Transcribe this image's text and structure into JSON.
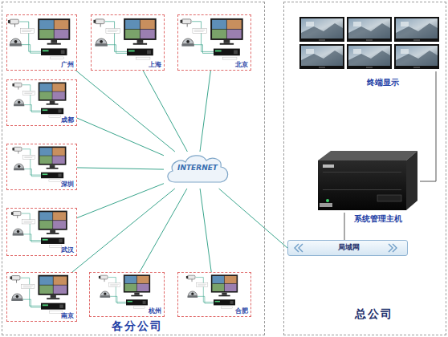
{
  "diagram": {
    "nodes": [
      {
        "text": [
          "各分公司"
        ]
      },
      {
        "text": [
          "广州"
        ],
        "in": 0
      },
      {
        "text": [
          "上海"
        ],
        "in": 0
      },
      {
        "text": [
          "北京"
        ],
        "in": 0
      },
      {
        "text": [
          "成都"
        ],
        "in": 0
      },
      {
        "text": [
          "深圳"
        ],
        "in": 0
      },
      {
        "text": [
          "武汉"
        ],
        "in": 0
      },
      {
        "text": [
          "南京"
        ],
        "in": 0
      },
      {
        "text": [
          "杭州"
        ],
        "in": 0
      },
      {
        "text": [
          "合肥"
        ],
        "in": 0
      },
      {
        "text": [
          "INTERNET"
        ],
        "in": 0
      },
      {
        "text": [
          "总公司"
        ]
      },
      {
        "text": [
          "终端显示"
        ],
        "in": 11
      },
      {
        "text": [
          "系统管理主机"
        ],
        "in": 11
      },
      {
        "text": [
          "局域网"
        ],
        "in": 11
      }
    ],
    "edges": [
      {
        "from": 1,
        "to": 10,
        "arrow": "none"
      },
      {
        "from": 2,
        "to": 10,
        "arrow": "none"
      },
      {
        "from": 3,
        "to": 10,
        "arrow": "none"
      },
      {
        "from": 4,
        "to": 10,
        "arrow": "none"
      },
      {
        "from": 5,
        "to": 10,
        "arrow": "none"
      },
      {
        "from": 6,
        "to": 10,
        "arrow": "none"
      },
      {
        "from": 7,
        "to": 10,
        "arrow": "none"
      },
      {
        "from": 8,
        "to": 10,
        "arrow": "none"
      },
      {
        "from": 9,
        "to": 10,
        "arrow": "none"
      },
      {
        "from": 10,
        "to": 14,
        "arrow": "none"
      },
      {
        "from": 14,
        "to": 13,
        "arrow": "none"
      },
      {
        "from": 13,
        "to": 12,
        "arrow": "none"
      }
    ]
  }
}
